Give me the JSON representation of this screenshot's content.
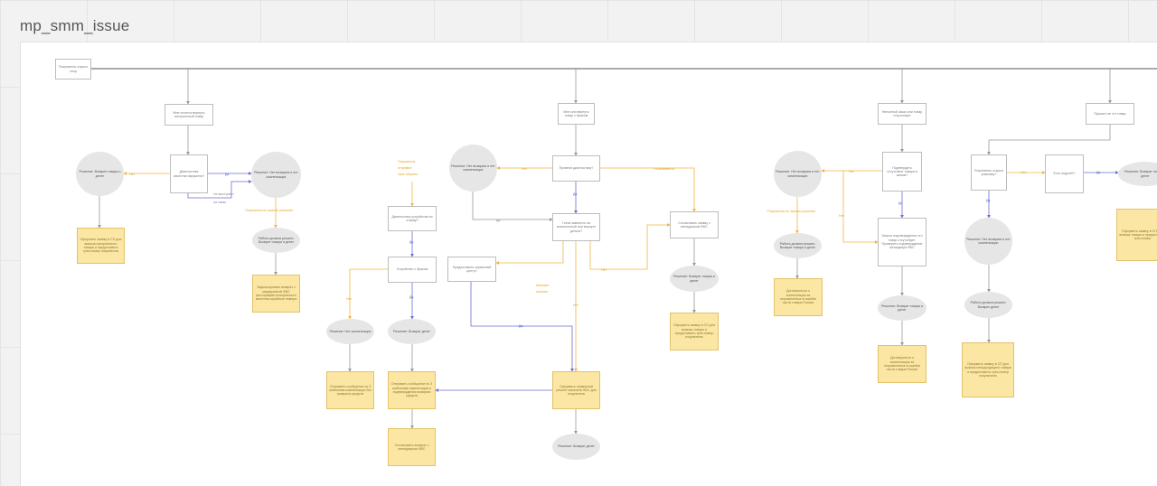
{
  "board": {
    "title": "mp_smm_issue"
  },
  "diagram": {
    "nodes": [
      {
        "id": "n-start",
        "kind": "box",
        "text": "Покупатель открыл спор"
      },
      {
        "id": "n-b1-root",
        "kind": "box",
        "text": "Мне хочется вернуть испорченный товар"
      },
      {
        "id": "n-b1-check",
        "kind": "box",
        "text": "Диагностика качества нарушена?"
      },
      {
        "id": "n-b1-left-ov",
        "kind": "oval",
        "text": "Решение: Возврат товара и денег"
      },
      {
        "id": "n-b1-left-note",
        "kind": "note",
        "text": "Оформить заявку в СП для вывоза испорченного товара и предоставить трек-номер покупателю"
      },
      {
        "id": "n-b1-right-ov",
        "kind": "oval",
        "text": "Решение: Нет возврата и нет компенсации"
      },
      {
        "id": "n-b1-mid-ov",
        "kind": "oval",
        "text": "Работа должна решить: Возврат товара и денег"
      },
      {
        "id": "n-b1-mid-note",
        "kind": "note",
        "text": "Зафиксировать возврат с маркировкой ФБС фотографии испорченного качества серийные номера"
      },
      {
        "id": "n-b2-top",
        "kind": "box",
        "text": "Мне или вернуть товар с браком"
      },
      {
        "id": "n-b2-diag",
        "kind": "box",
        "text": "Провели диагностику?"
      },
      {
        "id": "n-b2-ov1",
        "kind": "oval",
        "text": "Решение: Нет возврата и нет компенсации"
      },
      {
        "id": "n-b2-check2",
        "kind": "box",
        "text": "Готов заменить на аналогичный или вернуть деньги?"
      },
      {
        "id": "n-b2-sc",
        "kind": "box",
        "text": "Предоставить сервисный центр?"
      },
      {
        "id": "n-b2-diag2",
        "kind": "box",
        "text": "Диагностика устройства по отзыву?"
      },
      {
        "id": "n-b2-dev",
        "kind": "box",
        "text": "Устройство с браком"
      },
      {
        "id": "n-b2-ov2",
        "kind": "oval",
        "text": "Решение: Нет компенсации"
      },
      {
        "id": "n-b2-ov3",
        "kind": "oval",
        "text": "Решение: Возврат денег"
      },
      {
        "id": "n-b2-note1",
        "kind": "note",
        "text": "Отправить сообщение по 3 шаблонам компенсации без возврата средств"
      },
      {
        "id": "n-b2-note2",
        "kind": "note",
        "text": "Отправить сообщение по 3 шаблонам компенсации и подтверждения возврата средств"
      },
      {
        "id": "n-b2-note3",
        "kind": "note",
        "text": "Оформить сервисный ремонт магазина ФБС для покупателя"
      },
      {
        "id": "n-b2-note4",
        "kind": "note",
        "text": "Согласовать возврат с менеджером ФБС"
      },
      {
        "id": "n-b2-ov4",
        "kind": "oval",
        "text": "Решение: Возврат денег"
      },
      {
        "id": "n-b2-ask",
        "kind": "box",
        "text": "Согласовать заявку с менеджером ФБС"
      },
      {
        "id": "n-b2-ov5",
        "kind": "oval",
        "text": "Решение: Возврат товара и денег"
      },
      {
        "id": "n-b2-note5",
        "kind": "note",
        "text": "Оформить заявку в СП для вывоза товара и предоставить трек-номер покупателю"
      },
      {
        "id": "n-b3-top",
        "kind": "box",
        "text": "Неполный заказ или товар отсутствует"
      },
      {
        "id": "n-b3-check",
        "kind": "box",
        "text": "Подтвердить отсутствие товара в заказе?"
      },
      {
        "id": "n-b3-ov1",
        "kind": "oval",
        "text": "Решение: Нет возврата и нет компенсации"
      },
      {
        "id": "n-b3-ov2",
        "kind": "oval",
        "text": "Работа должна решить: Возврат товара и денег"
      },
      {
        "id": "n-b3-note1",
        "kind": "note",
        "text": "Договориться о компенсации за отправленные в ошибке части товара России"
      },
      {
        "id": "n-b3-proc",
        "kind": "box",
        "text": "Запрос подтверждения что товар отсутствует. Проверить подтверждение менеджера ФБС"
      },
      {
        "id": "n-b3-ov3",
        "kind": "oval",
        "text": "Решение: Возврат товара и денег"
      },
      {
        "id": "n-b3-note2",
        "kind": "note",
        "text": "Договориться о компенсации за отправленные в ошибке части товара России"
      },
      {
        "id": "n-b4-top",
        "kind": "box",
        "text": "Пришел не тот товар"
      },
      {
        "id": "n-b4-check",
        "kind": "box",
        "text": "Покупатель открыл упаковку?"
      },
      {
        "id": "n-b4-new",
        "kind": "box",
        "text": "Есть недочёт?"
      },
      {
        "id": "n-b4-ov1",
        "kind": "oval",
        "text": "Решение: Нет возврата и нет компенсации"
      },
      {
        "id": "n-b4-ov2",
        "kind": "oval",
        "text": "Работа должна решить: Возврат денег"
      },
      {
        "id": "n-b4-note",
        "kind": "note",
        "text": "Оформить заявку в СП для вывоза неподходящего товара и предоставить трек-номер покупателю"
      },
      {
        "id": "n-b4-ov3",
        "kind": "oval",
        "text": "Решение: Возврат товара и денег"
      },
      {
        "id": "n-b4-note2",
        "kind": "note",
        "text": "Оформить заявку в СП для вывоза товара и предоставить трек-номер"
      }
    ],
    "edge_labels": [
      {
        "id": "l1",
        "color": "y",
        "text": "Нет"
      },
      {
        "id": "l2",
        "color": "b",
        "text": "Да"
      },
      {
        "id": "l3",
        "color": "g",
        "text": "Не выступает"
      },
      {
        "id": "l4",
        "color": "g",
        "text": "на связь"
      },
      {
        "id": "l5",
        "color": "y",
        "text": "Покупатель не принял решение"
      },
      {
        "id": "l6",
        "color": "y",
        "text": "Покупатель"
      },
      {
        "id": "l7",
        "color": "y",
        "text": "отправил"
      },
      {
        "id": "l8",
        "color": "y",
        "text": "свое обратно"
      },
      {
        "id": "l9",
        "color": "y",
        "text": "Нет"
      },
      {
        "id": "l10",
        "color": "y",
        "text": "Отказывается"
      },
      {
        "id": "l11",
        "color": "b",
        "text": "Да"
      },
      {
        "id": "l12",
        "color": "g",
        "text": "Да"
      },
      {
        "id": "l13",
        "color": "y",
        "text": "Магазин"
      },
      {
        "id": "l14",
        "color": "y",
        "text": "отказал"
      },
      {
        "id": "l15",
        "color": "b",
        "text": "Да"
      },
      {
        "id": "l16",
        "color": "y",
        "text": "Нет"
      },
      {
        "id": "l17",
        "color": "b",
        "text": "Да"
      },
      {
        "id": "l18",
        "color": "y",
        "text": "Нет"
      },
      {
        "id": "l19",
        "color": "b",
        "text": "Да"
      },
      {
        "id": "l20",
        "color": "y",
        "text": "Нет"
      },
      {
        "id": "l21",
        "color": "y",
        "text": "Нет"
      },
      {
        "id": "l22",
        "color": "y",
        "text": "Покупатель не принял решение"
      },
      {
        "id": "l23",
        "color": "y",
        "text": "Нет"
      },
      {
        "id": "l24",
        "color": "b",
        "text": "Да"
      },
      {
        "id": "l25",
        "color": "y",
        "text": "Нет"
      },
      {
        "id": "l26",
        "color": "b",
        "text": "Да"
      },
      {
        "id": "l27",
        "color": "b",
        "text": "Да"
      }
    ]
  }
}
